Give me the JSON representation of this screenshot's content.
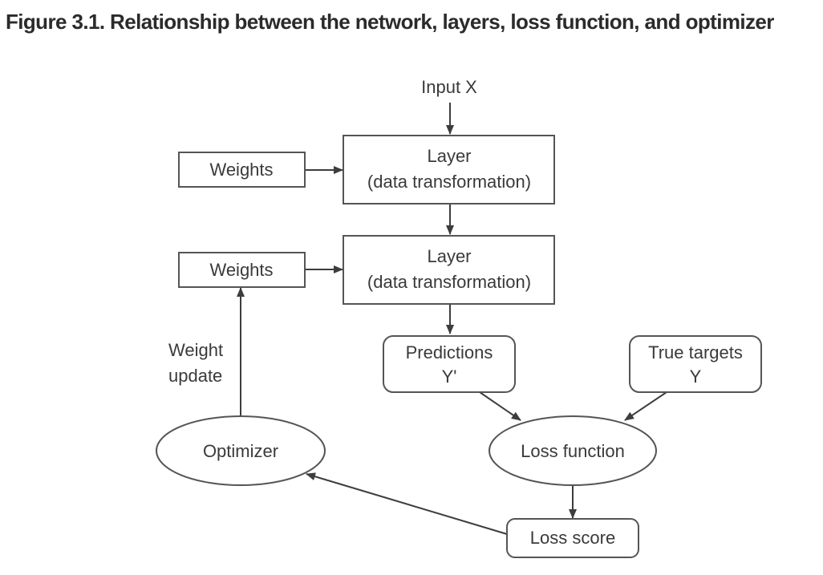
{
  "caption": "Figure 3.1. Relationship between the network, layers, loss function, and optimizer",
  "diagram": {
    "input": "Input X",
    "layer1": {
      "line1": "Layer",
      "line2": "(data transformation)"
    },
    "layer2": {
      "line1": "Layer",
      "line2": "(data transformation)"
    },
    "weights1": "Weights",
    "weights2": "Weights",
    "predictions": {
      "line1": "Predictions",
      "line2": "Y'"
    },
    "true_targets": {
      "line1": "True targets",
      "line2": "Y"
    },
    "loss_function": "Loss function",
    "loss_score": "Loss score",
    "optimizer": "Optimizer",
    "weight_update": {
      "line1": "Weight",
      "line2": "update"
    }
  }
}
